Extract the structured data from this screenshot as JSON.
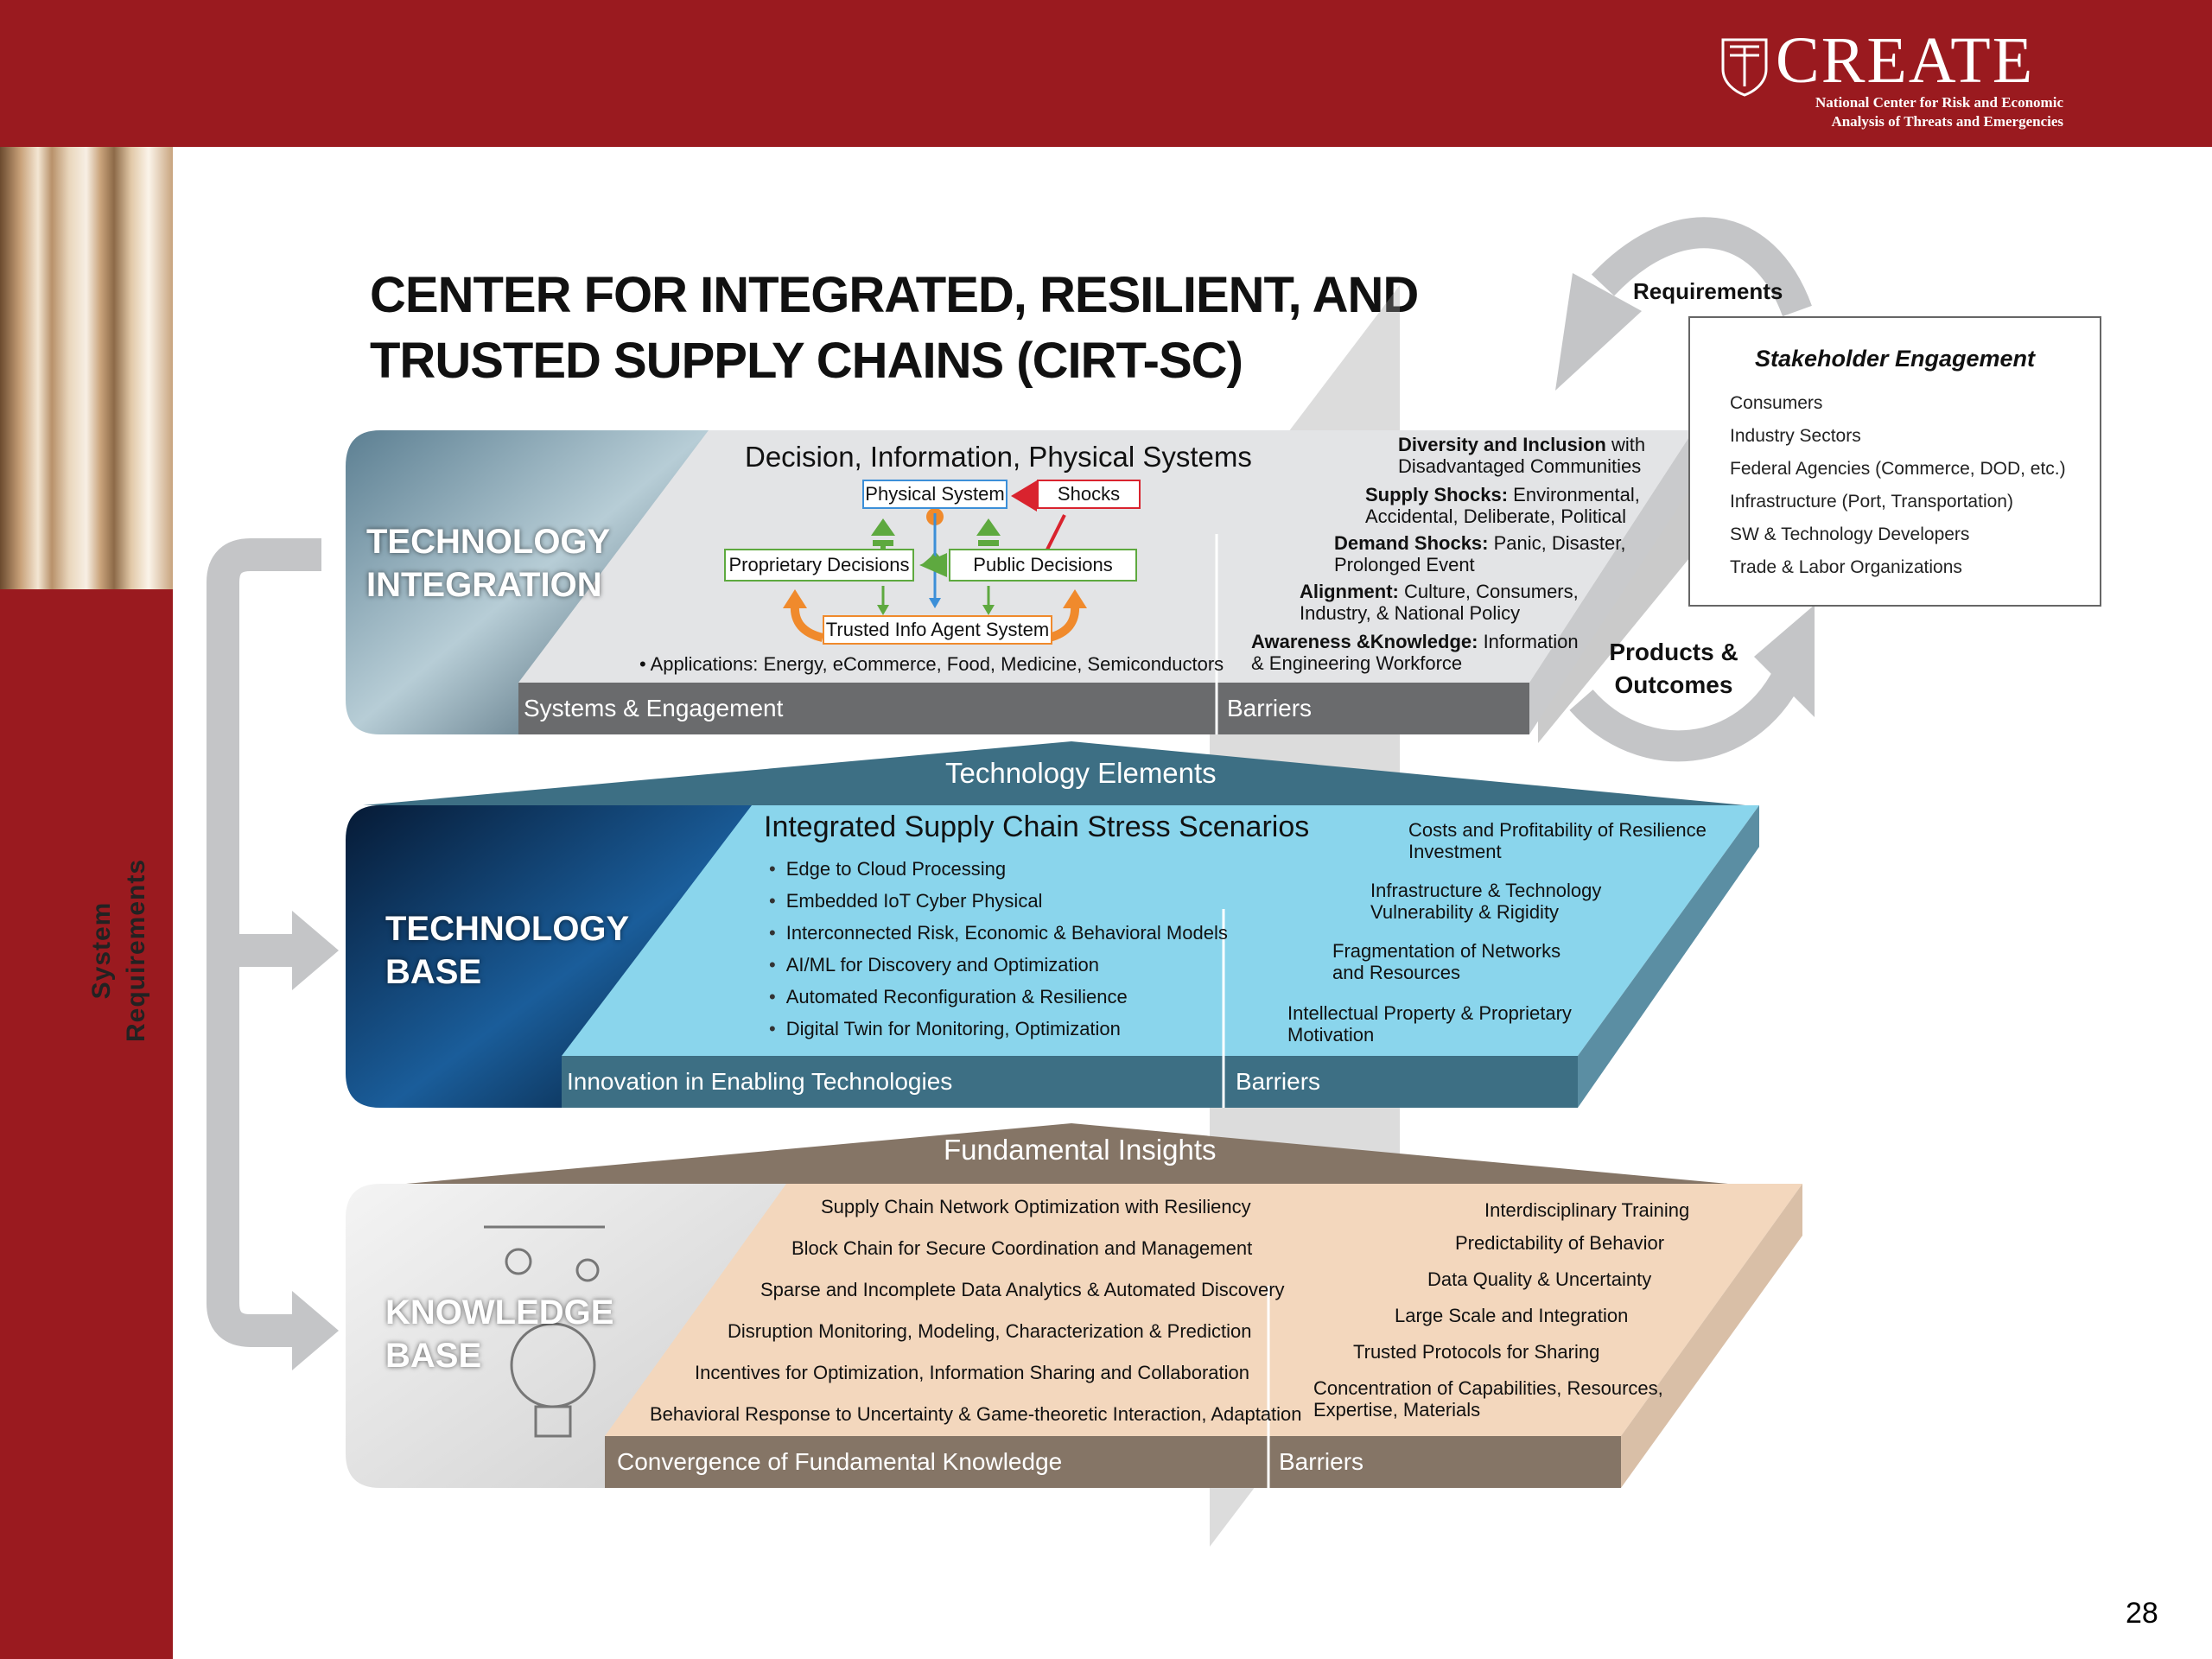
{
  "header": {
    "logo_name": "CREATE",
    "logo_subtitle_line1": "National Center for Risk and Economic",
    "logo_subtitle_line2": "Analysis of Threats and Emergencies"
  },
  "page_number": "28",
  "diagram_title_line1": "CENTER FOR INTEGRATED, RESILIENT, AND",
  "diagram_title_line2": "TRUSTED SUPPLY CHAINS (CIRT-SC)",
  "side_label": "System Requirements",
  "top_arrow_label": "Requirements",
  "bottom_arrow_label_line1": "Products &",
  "bottom_arrow_label_line2": "Outcomes",
  "stakeholder": {
    "title": "Stakeholder Engagement",
    "items": [
      "Consumers",
      "Industry Sectors",
      "Federal Agencies (Commerce, DOD, etc.)",
      "Infrastructure (Port, Transportation)",
      "SW & Technology Developers",
      "Trade & Labor Organizations"
    ]
  },
  "tier1": {
    "label_line1": "TECHNOLOGY",
    "label_line2": "INTEGRATION",
    "heading": "Decision, Information, Physical Systems",
    "box_physical": "Physical System",
    "box_shocks": "Shocks",
    "box_proprietary": "Proprietary Decisions",
    "box_public": "Public Decisions",
    "box_trusted": "Trusted Info Agent System",
    "applications": "Applications: Energy, eCommerce, Food, Medicine, Semiconductors",
    "bar_left": "Systems & Engagement",
    "bar_right": "Barriers",
    "barriers": [
      {
        "bold": "Diversity and Inclusion",
        "rest": " with",
        "line2": "Disadvantaged Communities"
      },
      {
        "bold": "Supply Shocks:",
        "rest": " Environmental,",
        "line2": "Accidental, Deliberate, Political"
      },
      {
        "bold": "Demand Shocks:",
        "rest": " Panic, Disaster,",
        "line2": "Prolonged Event"
      },
      {
        "bold": "Alignment:",
        "rest": " Culture, Consumers,",
        "line2": "Industry, & National Policy"
      },
      {
        "bold": "Awareness &Knowledge:",
        "rest": " Information",
        "line2": "& Engineering Workforce"
      }
    ]
  },
  "tier2": {
    "connector": "Technology Elements",
    "label_line1": "TECHNOLOGY",
    "label_line2": "BASE",
    "heading": "Integrated Supply Chain Stress Scenarios",
    "bullets": [
      "Edge to Cloud Processing",
      "Embedded IoT Cyber Physical",
      "Interconnected Risk, Economic & Behavioral Models",
      "AI/ML for Discovery and Optimization",
      "Automated Reconfiguration & Resilience",
      "Digital Twin for Monitoring, Optimization"
    ],
    "bar_left": "Innovation in Enabling Technologies",
    "bar_right": "Barriers",
    "barriers": [
      [
        "Costs and Profitability of Resilience",
        "Investment"
      ],
      [
        "Infrastructure & Technology",
        "Vulnerability & Rigidity"
      ],
      [
        "Fragmentation of Networks",
        "and Resources"
      ],
      [
        "Intellectual Property & Proprietary",
        "Motivation"
      ]
    ]
  },
  "tier3": {
    "connector": "Fundamental Insights",
    "label_line1": "KNOWLEDGE",
    "label_line2": "BASE",
    "items": [
      "Supply Chain Network Optimization with Resiliency",
      "Block Chain for Secure Coordination and Management",
      "Sparse and Incomplete Data Analytics & Automated Discovery",
      "Disruption Monitoring, Modeling, Characterization & Prediction",
      "Incentives for Optimization, Information Sharing and Collaboration",
      "Behavioral Response to Uncertainty & Game-theoretic Interaction, Adaptation"
    ],
    "bar_left": "Convergence of Fundamental Knowledge",
    "bar_right": "Barriers",
    "barriers": [
      "Interdisciplinary Training",
      "Predictability of Behavior",
      "Data Quality & Uncertainty",
      "Large Scale and Integration",
      "Trusted Protocols for Sharing"
    ],
    "barrier_last_line1": "Concentration of Capabilities, Resources,",
    "barrier_last_line2": "Expertise, Materials"
  },
  "colors": {
    "brand_red": "#9a1a1f",
    "tier1_panel": "#e3e4e6",
    "tier1_bar": "#6a6b6d",
    "tier2_panel": "#8ad5ec",
    "tier2_bar": "#3d6f84",
    "tier3_panel": "#f3d7bd",
    "tier3_bar": "#857566",
    "arrow_gray": "#c4c5c7",
    "box_green": "#5ea93f",
    "box_red": "#d9232e",
    "arrow_orange": "#f08a2c",
    "arrow_blue": "#3c8fd8"
  }
}
